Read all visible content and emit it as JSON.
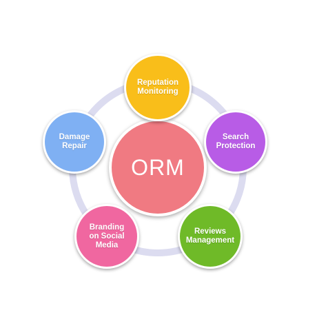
{
  "center": {
    "label": "ORM",
    "color": "#f07a82"
  },
  "nodes": [
    {
      "label": "Reputation\nMonitoring",
      "color": "#f9be1a"
    },
    {
      "label": "Search\nProtection",
      "color": "#b85ce6"
    },
    {
      "label": "Reviews\nManagement",
      "color": "#6fba28"
    },
    {
      "label": "Branding\non Social\nMedia",
      "color": "#f067a0"
    },
    {
      "label": "Damage\nRepair",
      "color": "#7fb0f3"
    }
  ],
  "ring_color": "#dcdcf0"
}
